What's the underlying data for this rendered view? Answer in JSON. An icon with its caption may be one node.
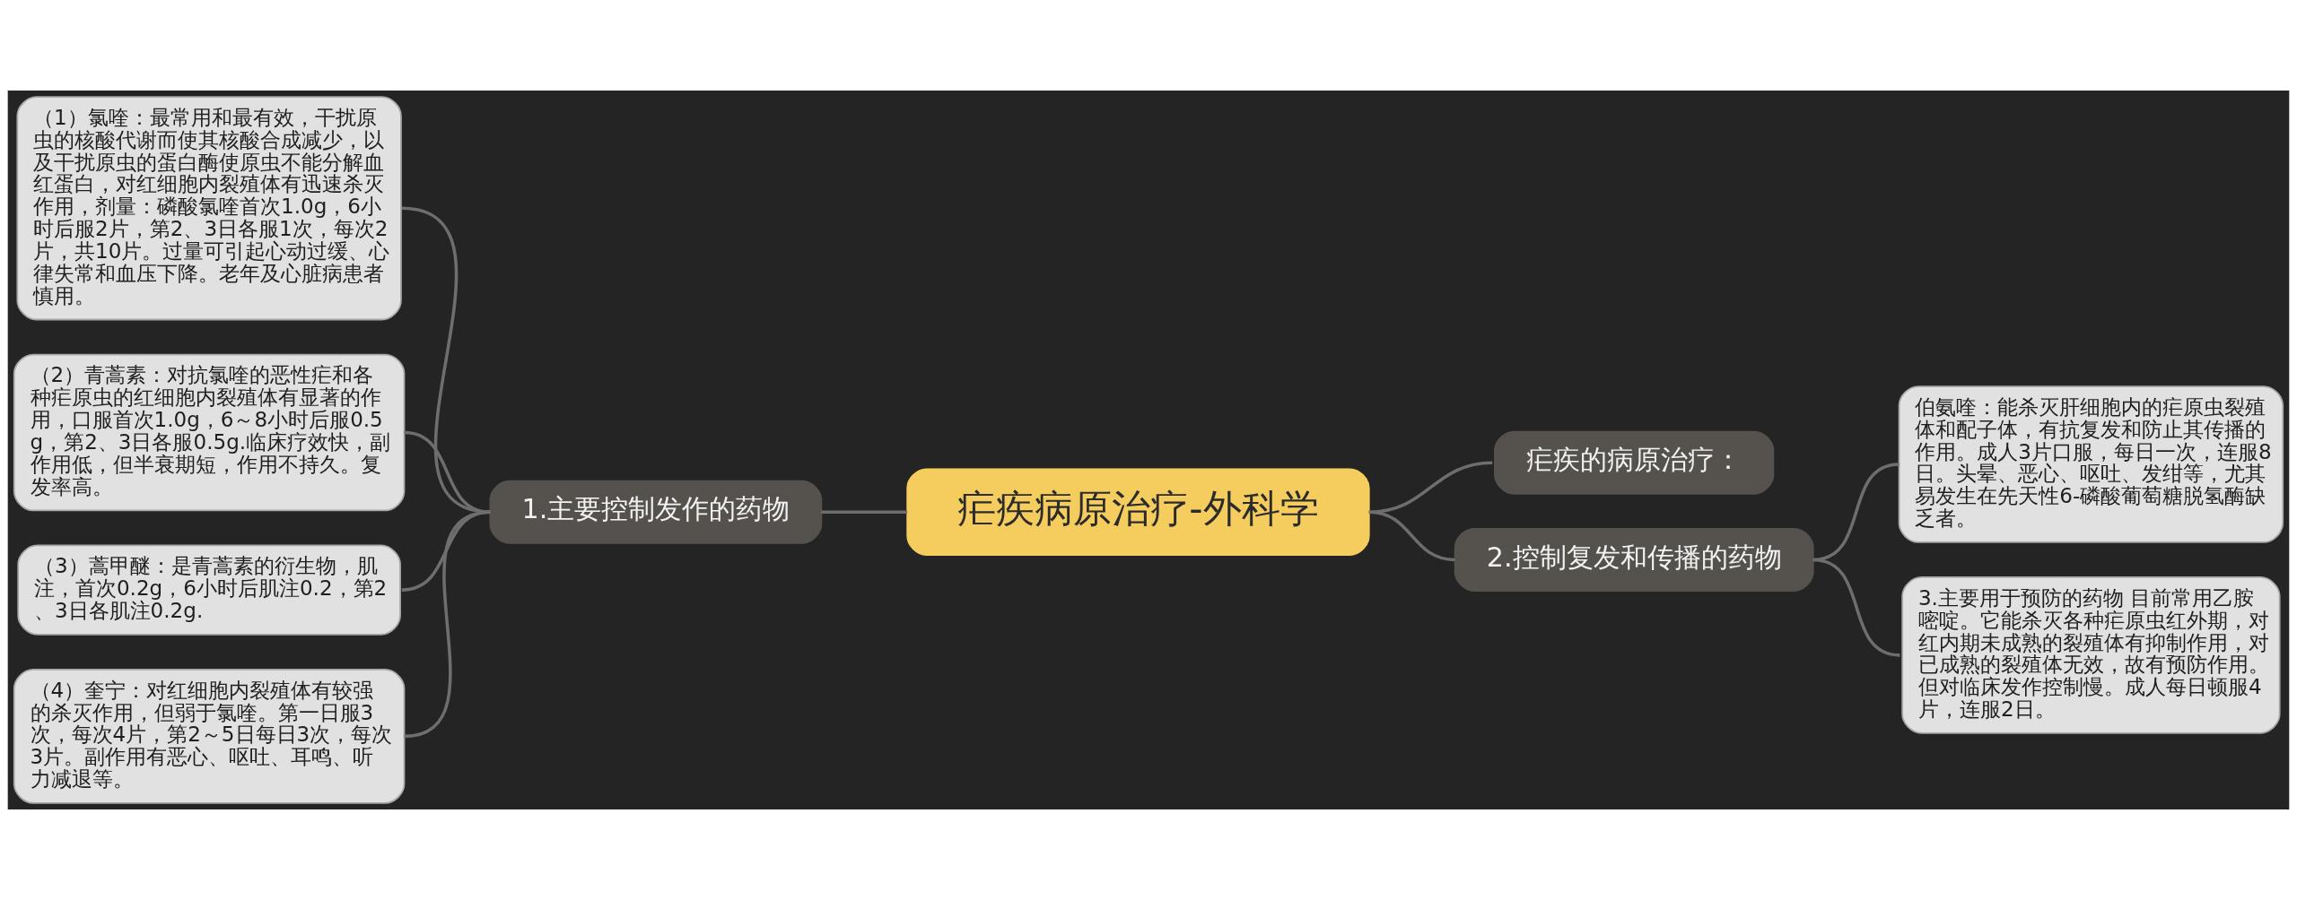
{
  "diagram": {
    "nodes": [
      {
        "text": [
          "疟疾病原治疗-外科学"
        ]
      },
      {
        "text": [
          "疟疾的病原治疗："
        ]
      },
      {
        "text": [
          "1.主要控制发作的药物"
        ]
      },
      {
        "text": [
          "（1）氯喹：最常用和最有效，干扰原虫的核酸代谢而使其核酸合成减少，以及干扰原虫的蛋白酶使原虫不能分解血红蛋白，对红细胞内裂殖体有迅速杀灭作用，剂量：磷酸氯喹首次1.0g，6小时后服2片，第2、3日各服1次，每次2片，共10片。过量可引起心动过缓、心律失常和血压下降。老年及心脏病患者慎用。"
        ]
      },
      {
        "text": [
          "（2）青蒿素：对抗氯喹的恶性疟和各种疟原虫的红细胞内裂殖体有显著的作用，口服首次1.0g，6～8小时后服0.5g，第2、3日各服0.5g.临床疗效快，副作用低，但半衰期短，作用不持久。复发率高。"
        ]
      },
      {
        "text": [
          "（3）蒿甲醚：是青蒿素的衍生物，肌注，首次0.2g，6小时后肌注0.2，第2、3日各肌注0.2g."
        ]
      },
      {
        "text": [
          "（4）奎宁：对红细胞内裂殖体有较强的杀灭作用，但弱于氯喹。第一日服3次，每次4片，第2～5日每日3次，每次3片。副作用有恶心、呕吐、耳鸣、听力减退等。"
        ]
      },
      {
        "text": [
          "2.控制复发和传播的药物"
        ]
      },
      {
        "text": [
          "伯氨喹：能杀灭肝细胞内的疟原虫裂殖体和配子体，有抗复发和防止其传播的作用。成人3片口服，每日一次，连服8日。头晕、恶心、呕吐、发绀等，尤其易发生在先天性6-磷酸葡萄糖脱氢酶缺乏者。"
        ]
      },
      {
        "text": [
          "3.主要用于预防的药物 目前常用乙胺嘧啶。它能杀灭各种疟原虫红外期，对红内期未成熟的裂殖体有抑制作用，对已成熟的裂殖体无效，故有预防作用。但对临床发作控制慢。成人每日顿服4片，连服2日。"
        ]
      }
    ],
    "edges": [
      {
        "from": 0,
        "to": 1,
        "arrow": "none"
      },
      {
        "from": 0,
        "to": 2,
        "arrow": "none"
      },
      {
        "from": 2,
        "to": 3,
        "arrow": "none"
      },
      {
        "from": 2,
        "to": 4,
        "arrow": "none"
      },
      {
        "from": 2,
        "to": 5,
        "arrow": "none"
      },
      {
        "from": 2,
        "to": 6,
        "arrow": "none"
      },
      {
        "from": 0,
        "to": 7,
        "arrow": "none"
      },
      {
        "from": 7,
        "to": 8,
        "arrow": "none"
      },
      {
        "from": 7,
        "to": 9,
        "arrow": "none"
      }
    ]
  }
}
